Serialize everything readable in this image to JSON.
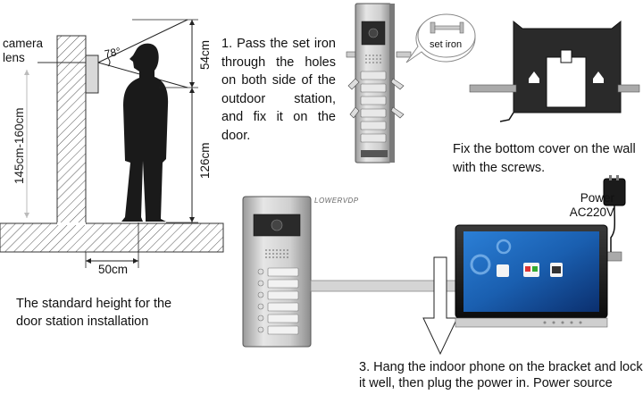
{
  "camera_label": [
    "camera",
    "lens"
  ],
  "angle_label": "78°",
  "dimensions": {
    "upper": "54cm",
    "lower": "126cm",
    "range": "145cm-160cm",
    "distance": "50cm"
  },
  "caption": [
    "The standard height for the",
    "door station installation"
  ],
  "step1": "1. Pass the set iron through the holes on both side of the outdoor station, and fix it on the door.",
  "set_iron_label": "set iron",
  "step2": "Fix the bottom cover on the wall with the screws.",
  "power": [
    "Power",
    "AC220V"
  ],
  "brand": "LOWERVDP",
  "step3": "3. Hang the indoor phone on the bracket and lock it well, then plug the power in. Power source"
}
